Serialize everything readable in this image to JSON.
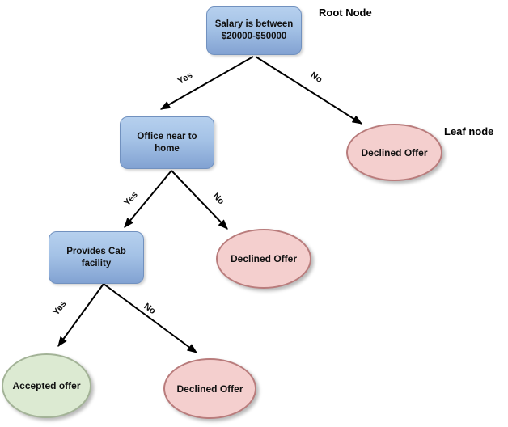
{
  "annotations": {
    "root_node": "Root Node",
    "leaf_node": "Leaf node"
  },
  "nodes": {
    "root": {
      "label": "Salary is between $20000-$50000",
      "type": "decision"
    },
    "office": {
      "label": "Office near to home",
      "type": "decision"
    },
    "cab": {
      "label": "Provides Cab facility",
      "type": "decision"
    },
    "declined_right": {
      "label": "Declined Offer",
      "type": "leaf-declined"
    },
    "declined_mid": {
      "label": "Declined Offer",
      "type": "leaf-declined"
    },
    "declined_bottom": {
      "label": "Declined Offer",
      "type": "leaf-declined"
    },
    "accepted": {
      "label": "Accepted offer",
      "type": "leaf-accepted"
    }
  },
  "edges": [
    {
      "from": "root",
      "to": "office",
      "label": "Yes"
    },
    {
      "from": "root",
      "to": "declined_right",
      "label": "No"
    },
    {
      "from": "office",
      "to": "cab",
      "label": "Yes"
    },
    {
      "from": "office",
      "to": "declined_mid",
      "label": "No"
    },
    {
      "from": "cab",
      "to": "accepted",
      "label": "Yes"
    },
    {
      "from": "cab",
      "to": "declined_bottom",
      "label": "No"
    }
  ],
  "colors": {
    "decision_fill_top": "#b6d0ee",
    "decision_fill_bottom": "#82a2d2",
    "decision_border": "#7191bf",
    "declined_fill": "#f4cfce",
    "declined_border": "#b97c7c",
    "accepted_fill": "#dcead2",
    "accepted_border": "#a3b397",
    "arrow": "#000000"
  }
}
